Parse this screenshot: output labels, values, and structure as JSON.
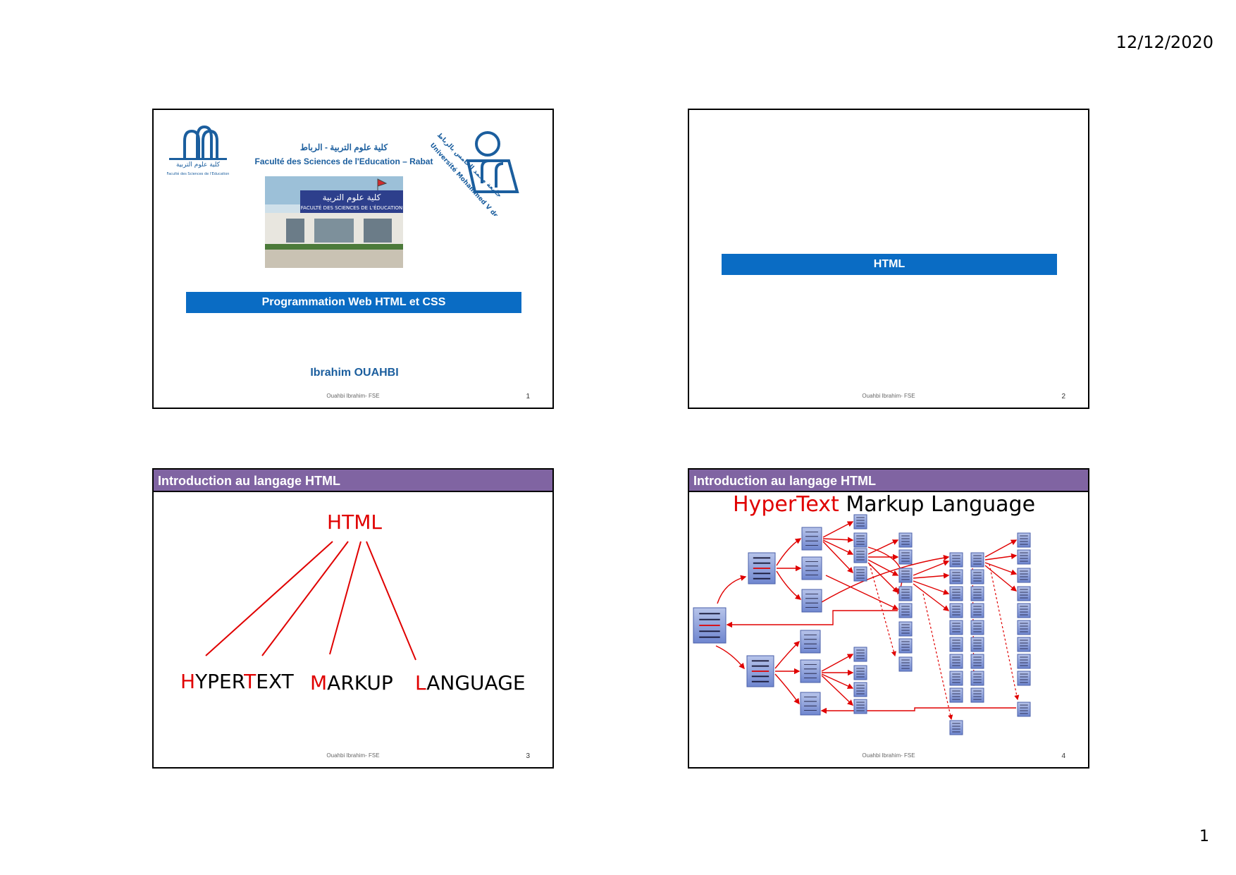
{
  "page": {
    "date": "12/12/2020",
    "number": "1"
  },
  "slide1": {
    "arabic_title": "كلية علوم التربية - الرباط",
    "faculty": "Faculté des Sciences de l'Education – Rabat",
    "logo_arabic": "كلية علوم التربية",
    "logo_caption": "Faculté des Sciences de l'Education",
    "university_ar": "جامعة محمد الخامس بالرباط",
    "university_fr": "Université Mohammed V de Rabat",
    "photo_sign_ar": "كلية علوم التربية",
    "photo_sign_fr": "FACULTÉ DES SCIENCES DE L'ÉDUCATION",
    "course_title": "Programmation Web HTML et CSS",
    "author": "Ibrahim OUAHBI",
    "footer": "Ouahbi Ibrahim- FSE",
    "number": "1"
  },
  "slide2": {
    "title": "HTML",
    "footer": "Ouahbi Ibrahim- FSE",
    "number": "2"
  },
  "slide3": {
    "header": "Introduction au langage  HTML",
    "center_word": "HTML",
    "words": [
      {
        "initial": "H",
        "rest1": "YPER",
        "initial2": "T",
        "rest2": "EXT"
      },
      {
        "initial": "M",
        "rest": "ARKUP"
      },
      {
        "initial": "L",
        "rest": "ANGUAGE"
      }
    ],
    "footer": "Ouahbi Ibrahim- FSE",
    "number": "3"
  },
  "slide4": {
    "header": "Introduction au langage  HTML",
    "title_red": "HyperText",
    "title_black": " Markup Language",
    "footer": "Ouahbi Ibrahim- FSE",
    "number": "4"
  },
  "colors": {
    "blue": "#0a6cc4",
    "purple": "#8064a2",
    "red": "#e00000"
  }
}
